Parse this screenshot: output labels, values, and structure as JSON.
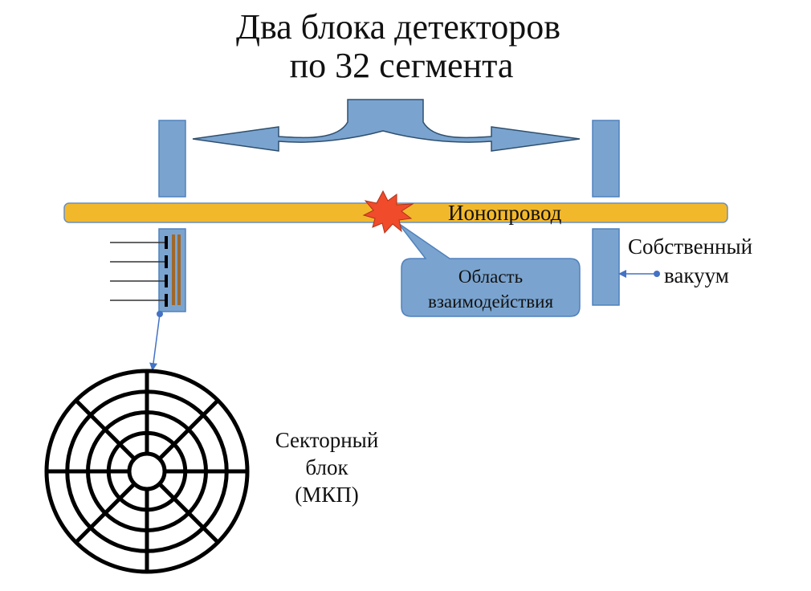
{
  "title": {
    "line1": "Два блока детекторов",
    "line2": "по 32 сегмента"
  },
  "labels": {
    "beam_pipe": "Ионопровод",
    "interaction_region_line1": "Область",
    "interaction_region_line2": "взаимодействия",
    "vacuum_line1": "Собственный",
    "vacuum_line2": "вакуум",
    "sector_block_line1": "Секторный",
    "sector_block_line2": "блок",
    "sector_block_line3": "(МКП)"
  },
  "colors": {
    "detector_fill": "#7aa4cf",
    "detector_stroke": "#4f81bd",
    "beam_pipe_fill": "#f2b82c",
    "beam_pipe_stroke": "#6a8fc0",
    "explosion_fill": "#f04b2b",
    "mcp_plate": "#a0672a",
    "connector": "#4472c4",
    "sector_stroke": "#000000"
  },
  "sector_disk": {
    "rings": 5,
    "sectors": 8
  }
}
